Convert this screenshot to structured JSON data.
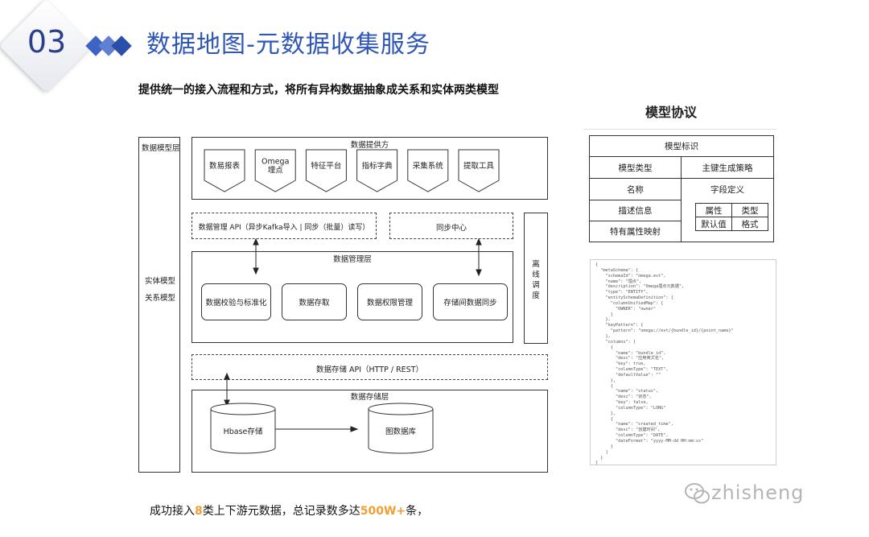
{
  "section_number": "03",
  "title": "数据地图-元数据收集服务",
  "subtitle": "提供统一的接入流程和方式，将所有异构数据抽象成关系和实体两类模型",
  "diagram": {
    "model_layer": "数据模型层",
    "entity_model": "实体模型",
    "relation_model": "关系模型",
    "provider": "数据提供方",
    "providers": [
      "数易报表",
      "Omega\n埋点",
      "特征平台",
      "指标字典",
      "采集系统",
      "提取工具"
    ],
    "management_api": "数据管理 API（异步Kafka导入 | 同步（批量）读写）",
    "sync_center": "同步中心",
    "offline_schedule": "离\n线\n调\n度",
    "management_layer": "数据管理层",
    "management_items": [
      "数据校验与标准化",
      "数据存取",
      "数据权限管理",
      "存储间数据同步"
    ],
    "storage_api": "数据存储 API（HTTP / REST）",
    "storage_layer": "数据存储层",
    "hbase": "Hbase存储",
    "graph_db": "图数据库"
  },
  "protocol": {
    "title": "模型协议",
    "rows": {
      "model_id": "模型标识",
      "model_type": "模型类型",
      "pk_strategy": "主键生成策略",
      "name": "名称",
      "field_def": "字段定义",
      "desc": "描述信息",
      "attr": "属性",
      "type": "类型",
      "default": "默认值",
      "format": "格式",
      "special_attr": "特有属性映射"
    },
    "code": "{\n  \"metaSchema\": {\n    \"schemaId\": \"omega.evt\",\n    \"name\": \"埋点\",\n    \"description\": \"Omega埋点元数据\",\n    \"type\": \"ENTITY\",\n    \"entitySchemaDefinition\": {\n      \"columnUnifiedMap\": {\n        \"OWNER\": \"owner\"\n      }\n    },\n    \"keyPattern\": {\n      \"pattern\": \"omega://evt/{bundle_id}/{point_name}\"\n    },\n    \"columns\": [\n      {\n        \"name\": \"bundle_id\",\n        \"desc\": \"应用英文名\",\n        \"key\": true,\n        \"columnType\": \"TEXT\",\n        \"defaultValue\": \"\"\n      },\n      {\n        \"name\": \"status\",\n        \"desc\": \"状态\",\n        \"key\": false,\n        \"columnType\": \"LONG\"\n      },\n      {\n        \"name\": \"created_time\",\n        \"desc\": \"创建时间\",\n        \"columnType\": \"DATE\",\n        \"dateFormat\": \"yyyy-MM-dd HH:mm:ss\"\n      }\n    ]\n  }\n}"
  },
  "bottom": {
    "prefix": "成功接入",
    "num1": "8",
    "middle": "类上下游元数据，总记录数多达",
    "num2": "500W+",
    "suffix": "条，"
  },
  "watermark": "zhisheng",
  "colors": {
    "title": "#2e57b8",
    "badge_number": "#2b3f8c",
    "highlight": "#f0a030"
  }
}
